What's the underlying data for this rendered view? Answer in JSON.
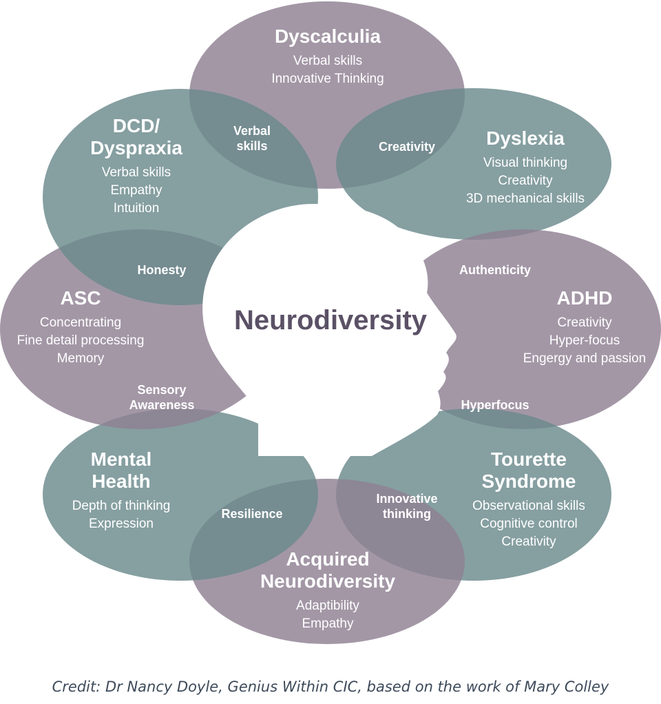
{
  "center": {
    "title": "Neurodiversity"
  },
  "colors": {
    "purple": "#8f8092",
    "teal": "#6b8a8c",
    "center_text": "#5b5166",
    "credit_text": "#3d4a5a"
  },
  "petals": [
    {
      "title": [
        "Dyscalculia"
      ],
      "items": [
        "Verbal skills",
        "Innovative Thinking"
      ]
    },
    {
      "title": [
        "Dyslexia"
      ],
      "items": [
        "Visual thinking",
        "Creativity",
        "3D mechanical skills"
      ]
    },
    {
      "title": [
        "ADHD"
      ],
      "items": [
        "Creativity",
        "Hyper-focus",
        "Engergy and passion"
      ]
    },
    {
      "title": [
        "Tourette",
        "Syndrome"
      ],
      "items": [
        "Observational skills",
        "Cognitive control",
        "Creativity"
      ]
    },
    {
      "title": [
        "Acquired",
        "Neurodiversity"
      ],
      "items": [
        "Adaptibility",
        "Empathy"
      ]
    },
    {
      "title": [
        "Mental",
        "Health"
      ],
      "items": [
        "Depth of thinking",
        "Expression"
      ]
    },
    {
      "title": [
        "ASC"
      ],
      "items": [
        "Concentrating",
        "Fine detail processing",
        "Memory"
      ]
    },
    {
      "title": [
        "DCD/",
        "Dyspraxia"
      ],
      "items": [
        "Verbal skills",
        "Empathy",
        "Intuition"
      ]
    }
  ],
  "overlaps": [
    {
      "lines": [
        "Creativity"
      ]
    },
    {
      "lines": [
        "Authenticity"
      ]
    },
    {
      "lines": [
        "Hyperfocus"
      ]
    },
    {
      "lines": [
        "Innovative",
        "thinking"
      ]
    },
    {
      "lines": [
        "Resilience"
      ]
    },
    {
      "lines": [
        "Sensory",
        "Awareness"
      ]
    },
    {
      "lines": [
        "Honesty"
      ]
    },
    {
      "lines": [
        "Verbal",
        "skills"
      ]
    }
  ],
  "credit": "Credit: Dr Nancy Doyle, Genius Within CIC, based on the work of Mary Colley"
}
